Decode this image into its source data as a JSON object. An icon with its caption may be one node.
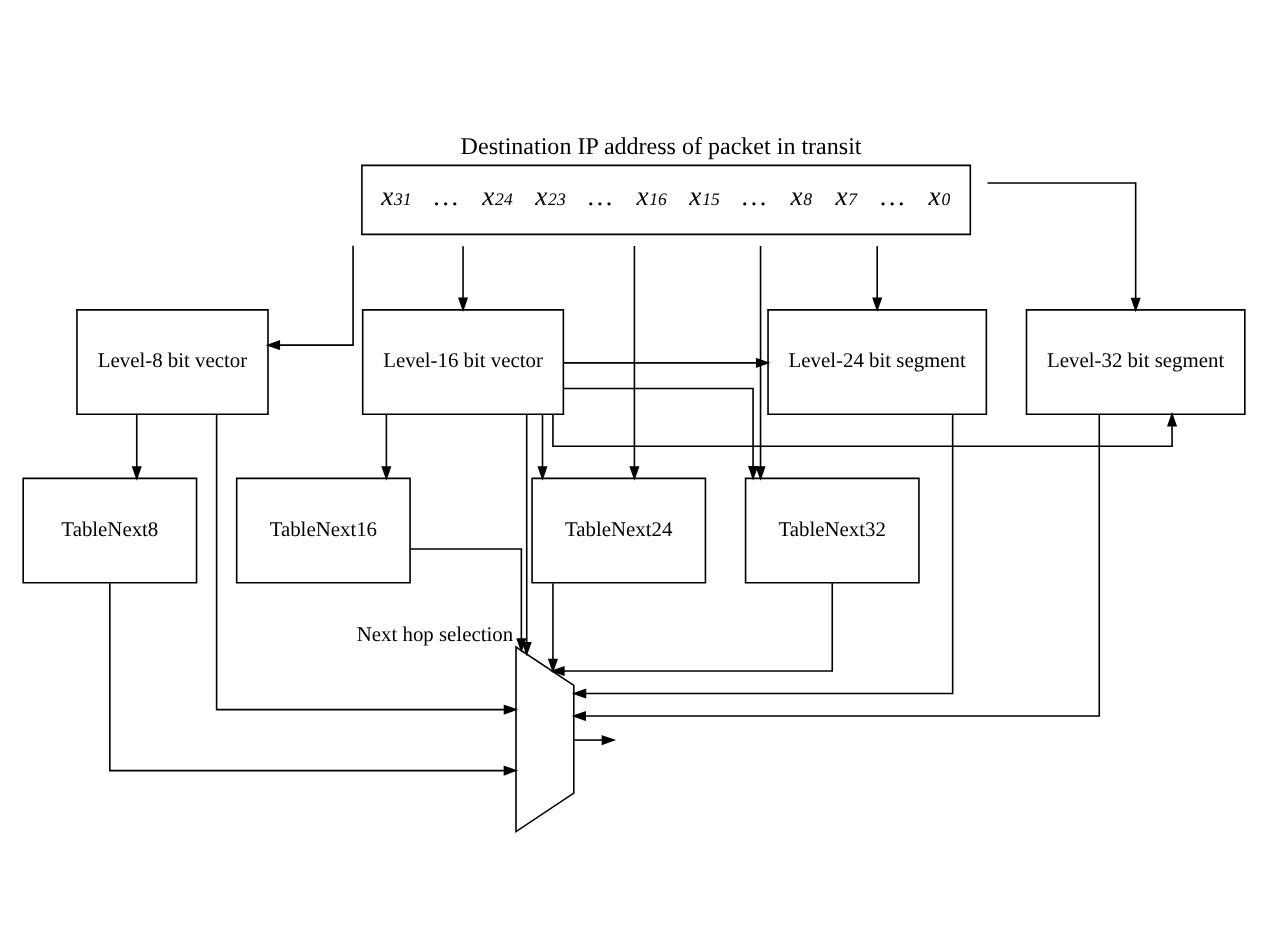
{
  "diagram": {
    "nodes": [
      {
        "text": [
          "Destination IP address of packet in transit",
          "x$_{31}$ … x$_{24}$ x$_{23}$ … x$_{16}$ x$_{15}$ … x$_{8}$ x$_{7}$ … x$_{0}$"
        ]
      },
      {
        "text": [
          "Level-8 bit vector"
        ]
      },
      {
        "text": [
          "Level-16 bit vector"
        ]
      },
      {
        "text": [
          "Level-24 bit segment"
        ]
      },
      {
        "text": [
          "Level-32 bit segment"
        ]
      },
      {
        "text": [
          "TableNext8"
        ]
      },
      {
        "text": [
          "TableNext16"
        ]
      },
      {
        "text": [
          "TableNext24"
        ]
      },
      {
        "text": [
          "TableNext32"
        ]
      },
      {
        "text": [],
        "shape": "trapezoid",
        "beside": [
          "Next hop selection"
        ]
      }
    ],
    "edges": [
      {
        "from": 0,
        "to": 1,
        "arrow": "to"
      },
      {
        "from": 0,
        "to": 2,
        "arrow": "to"
      },
      {
        "from": 0,
        "to": 3,
        "arrow": "to"
      },
      {
        "from": 0,
        "to": 7,
        "arrow": "to"
      },
      {
        "from": 0,
        "to": 4,
        "arrow": "to"
      },
      {
        "from": 0,
        "to": 8,
        "arrow": "to"
      },
      {
        "from": 2,
        "to": 3,
        "arrow": "to"
      },
      {
        "from": 2,
        "to": 4,
        "arrow": "to"
      },
      {
        "from": 1,
        "to": 5,
        "arrow": "to"
      },
      {
        "from": 1,
        "to": 9,
        "arrow": "to"
      },
      {
        "from": 2,
        "to": 6,
        "arrow": "to"
      },
      {
        "from": 2,
        "to": 7,
        "arrow": "to"
      },
      {
        "from": 2,
        "to": 8,
        "arrow": "to"
      },
      {
        "from": 2,
        "to": 9,
        "arrow": "to"
      },
      {
        "from": 3,
        "to": 9,
        "arrow": "to"
      },
      {
        "from": 4,
        "to": 9,
        "arrow": "to"
      },
      {
        "from": 8,
        "to": 9,
        "arrow": "to"
      },
      {
        "from": 7,
        "to": 9,
        "arrow": "to"
      },
      {
        "from": 6,
        "to": 9,
        "arrow": "to"
      },
      {
        "from": 5,
        "to": 9,
        "arrow": "to"
      },
      {
        "from": 9,
        "to": null,
        "arrow": "to"
      }
    ]
  }
}
